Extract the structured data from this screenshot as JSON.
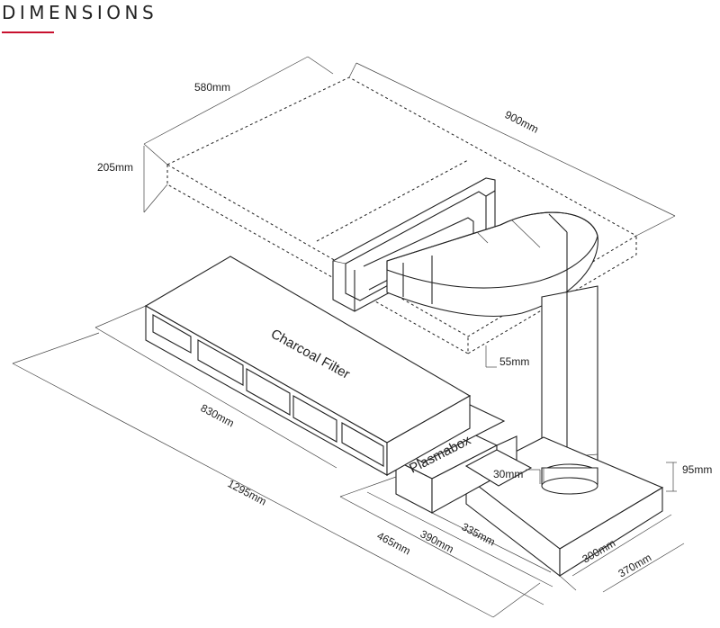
{
  "heading": "DIMENSIONS",
  "colors": {
    "accent": "#c8102e",
    "line": "#222222"
  },
  "components": {
    "charcoal_filter": "Charcoal Filter",
    "plasmabox": "Plasmabox"
  },
  "dimensions": {
    "width_580": "580mm",
    "width_900": "900mm",
    "height_205": "205mm",
    "gap_55": "55mm",
    "len_830": "830mm",
    "len_1295": "1295mm",
    "len_465": "465mm",
    "len_390": "390mm",
    "len_335": "335mm",
    "h_30": "30mm",
    "h_95": "95mm",
    "w_300": "300mm",
    "w_370": "370mm"
  }
}
